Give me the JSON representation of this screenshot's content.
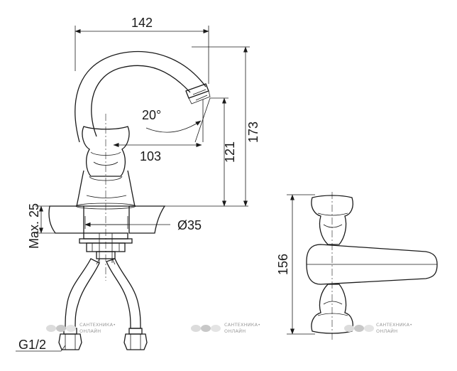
{
  "dimensions": {
    "overall_width": "142",
    "spout_angle": "20°",
    "reach": "103",
    "spout_height": "121",
    "total_height": "173",
    "max_mount_thickness": "Max. 25",
    "base_diameter": "Ø35",
    "handle_length": "156",
    "connection_thread": "G1/2"
  },
  "watermark": {
    "line1": "САНТЕХНИКА•",
    "line2": "ОНЛАЙН"
  }
}
